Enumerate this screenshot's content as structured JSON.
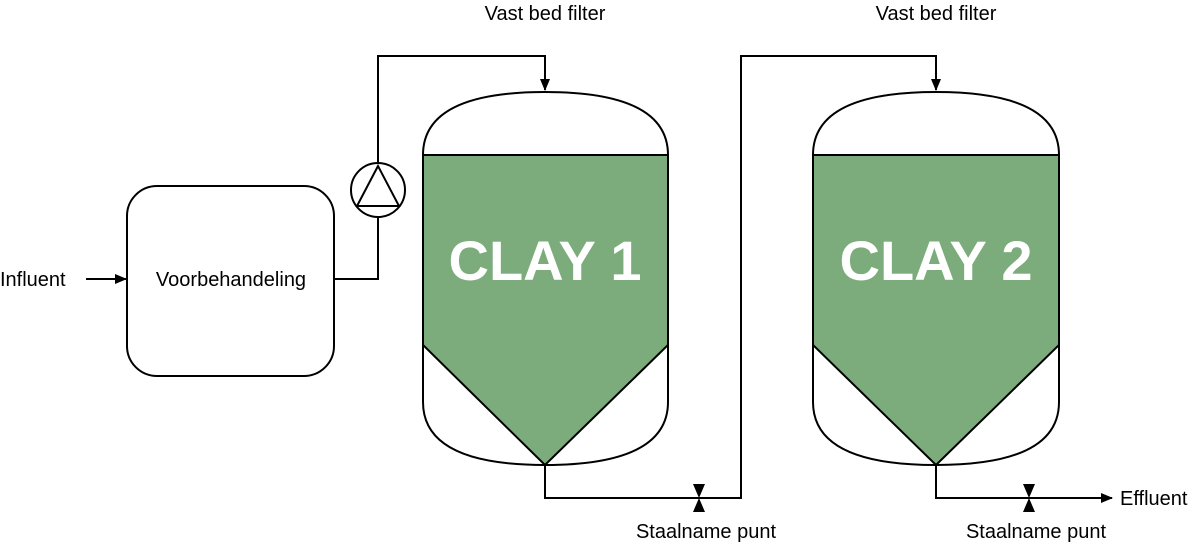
{
  "labels": {
    "influent": "Influent",
    "pretreatment": "Voorbehandeling",
    "filter_1_title": "Vast bed filter",
    "filter_2_title": "Vast bed filter",
    "filter_1_media": "CLAY 1",
    "filter_2_media": "CLAY 2",
    "sample_point_1": "Staalname punt",
    "sample_point_2": "Staalname punt",
    "effluent": "Effluent"
  },
  "colors": {
    "clay_fill": "#7cac7b",
    "line": "#000000",
    "background": "#ffffff",
    "clay_text": "#ffffff"
  },
  "icons": {
    "pump": "pump-icon",
    "valve": "valve-icon",
    "arrow": "arrow-head-icon"
  }
}
